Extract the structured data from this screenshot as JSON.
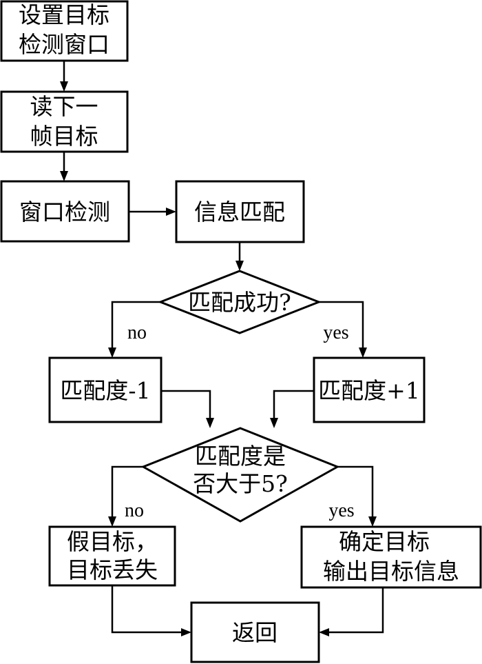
{
  "nodes": {
    "set_window": {
      "lines": [
        "设置目标",
        "检测窗口"
      ]
    },
    "read_frame": {
      "lines": [
        "读下一",
        "帧目标"
      ]
    },
    "window_detect": {
      "lines": [
        "窗口检测"
      ]
    },
    "info_match": {
      "lines": [
        "信息匹配"
      ]
    },
    "match_success": {
      "lines": [
        "匹配成功?"
      ]
    },
    "degree_minus": {
      "lines": [
        "匹配度-1"
      ]
    },
    "degree_plus": {
      "lines": [
        "匹配度+1"
      ]
    },
    "degree_over5": {
      "lines": [
        "匹配度是",
        "否大于5?"
      ]
    },
    "false_target": {
      "lines": [
        "假目标，",
        "目标丢失"
      ]
    },
    "confirm_target": {
      "lines": [
        "确定目标",
        "输出目标信息"
      ]
    },
    "return": {
      "lines": [
        "返回"
      ]
    }
  },
  "edge_labels": {
    "success_no": "no",
    "success_yes": "yes",
    "over5_no": "no",
    "over5_yes": "yes"
  }
}
